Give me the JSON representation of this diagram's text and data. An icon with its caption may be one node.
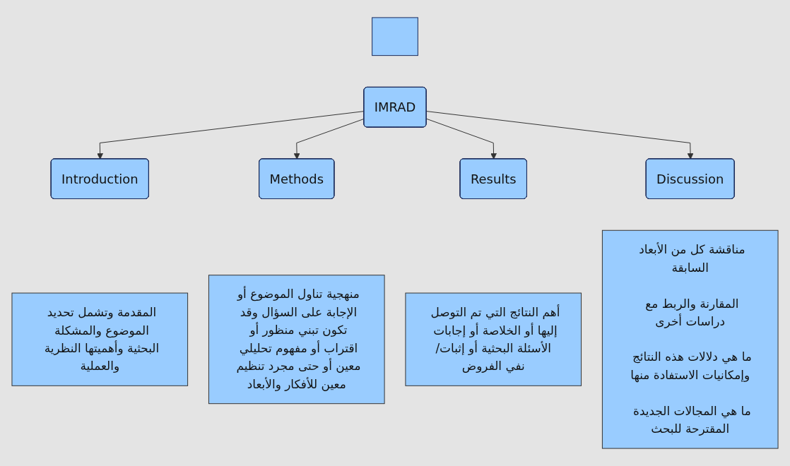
{
  "diagram": {
    "nodes": [
      {
        "text": [],
        "shape": "bar"
      },
      {
        "text": [
          "IMRAD"
        ]
      },
      {
        "text": [
          "Introduction"
        ]
      },
      {
        "text": [
          "Methods"
        ]
      },
      {
        "text": [
          "Results"
        ]
      },
      {
        "text": [
          "Discussion"
        ]
      },
      {
        "text": [
          "المقدمة وتشمل تحديد الموضوع والمشكلة البحثية وأهميتها النظرية والعملية"
        ]
      },
      {
        "text": [
          "منهجية تناول الموضوع أو الإجابة على السؤال وقد تكون تبني منظور أو اقتراب أو مفهوم تحليلي معين أو حتى مجرد تنظيم معين للأفكار والأبعاد"
        ]
      },
      {
        "text": [
          "أهم النتائج التي تم التوصل إليها أو الخلاصة أو إجابات الأسئلة البحثية أو إثبات/نفي الفروض"
        ]
      },
      {
        "text": [
          "مناقشة كل من الأبعاد السابقة",
          "المقارنة والربط مع دراسات أخرى",
          "ما هي دلالات هذه النتائج وإمكانيات الاستفادة منها",
          "ما هي المجالات الجديدة المقترحة للبحث"
        ]
      }
    ],
    "edges": [
      {
        "from": 1,
        "to": 2,
        "arrow": "to"
      },
      {
        "from": 1,
        "to": 3,
        "arrow": "to"
      },
      {
        "from": 1,
        "to": 4,
        "arrow": "to"
      },
      {
        "from": 1,
        "to": 5,
        "arrow": "to"
      }
    ]
  }
}
